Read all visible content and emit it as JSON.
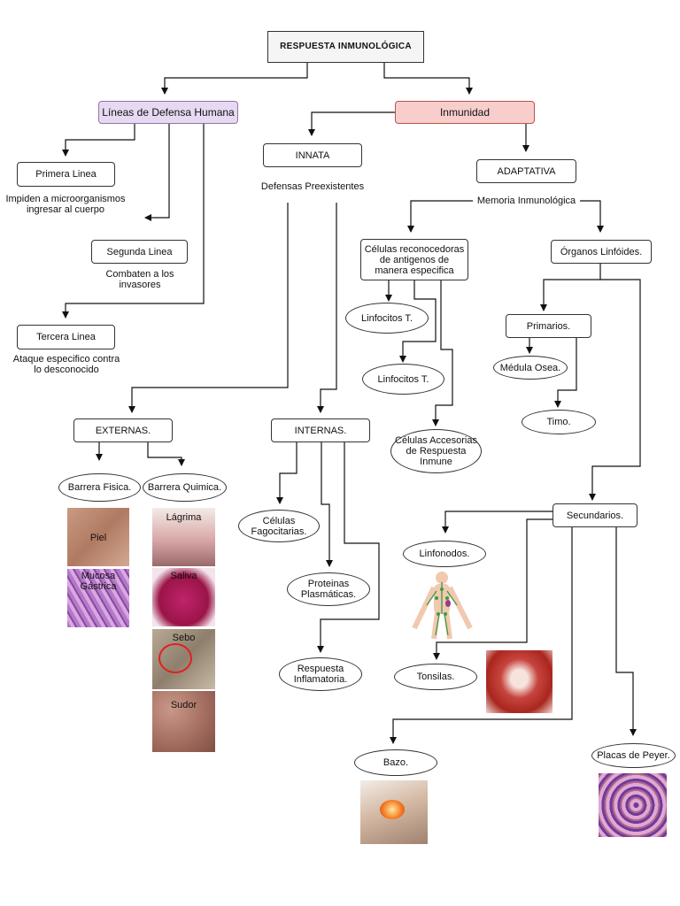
{
  "title": "RESPUESTA INMUNOLÓGICA",
  "lineas": {
    "label": "Líneas de Defensa Humana",
    "primera": {
      "label": "Primera Linea",
      "desc": "Impiden a microorganismos ingresar al cuerpo"
    },
    "segunda": {
      "label": "Segunda Linea",
      "desc": "Combaten a los invasores"
    },
    "tercera": {
      "label": "Tercera Linea",
      "desc": "Ataque especifico contra lo desconocido"
    }
  },
  "inmunidad": "Inmunidad",
  "innata": {
    "label": "INNATA",
    "sub": "Defensas Preexistentes",
    "externas": {
      "label": "EXTERNAS.",
      "fisica": "Barrera Fisica.",
      "quimica": "Barrera Quimica.",
      "piel": "Piel",
      "mucosa": "Mucosa Gástrica",
      "lagrima": "Lágrima",
      "saliva": "Saliva",
      "sebo": "Sebo",
      "sudor": "Sudor"
    },
    "internas": {
      "label": "INTERNAS.",
      "fagocitarias": "Células Fagocitarias.",
      "proteinas": "Proteinas Plasmáticas.",
      "inflamatoria": "Respuesta Inflamatoria."
    }
  },
  "adaptativa": {
    "label": "ADAPTATIVA",
    "memoria": "Memoria Inmunológica",
    "celulas": "Células reconocedoras de antigenos de manera especifica",
    "linfocitos_1": "Linfocitos T.",
    "linfocitos_2": "Linfocitos T.",
    "accesorias": "Células Accesorias de Respuesta Inmune",
    "organos": "Órganos Linfóides.",
    "primarios": "Primarios.",
    "medula": "Médula Osea.",
    "timo": "Timo.",
    "secundarios": "Secundarios.",
    "linfonodos": "Linfonodos.",
    "tonsilas": "Tonsilas.",
    "bazo": "Bazo.",
    "placas": "Placas de Peyer."
  },
  "colors": {
    "lineas_fill": "#e6d9f2",
    "lineas_border": "#9673a6",
    "inmunidad_fill": "#f8cecc",
    "inmunidad_border": "#b85450",
    "title_fill": "#f5f5f5"
  }
}
